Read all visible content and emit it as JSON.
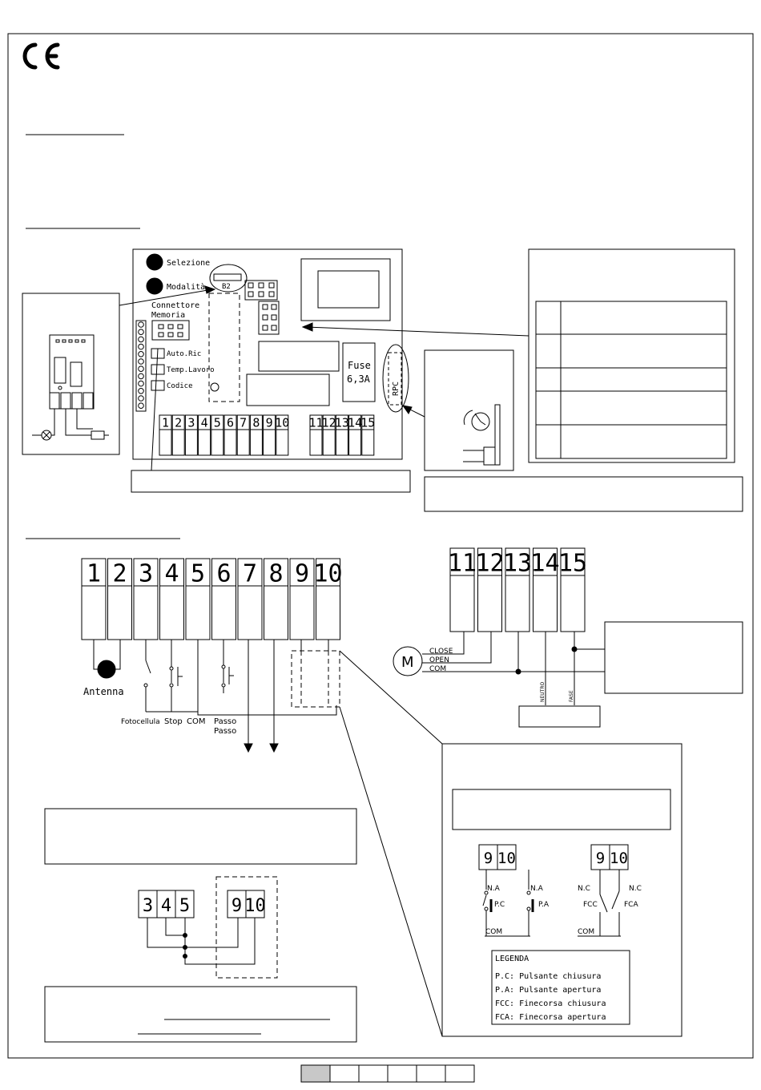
{
  "header": {
    "mark": "CE"
  },
  "board": {
    "buttons": [
      "Selezione",
      "Modalità"
    ],
    "jumper_label": "B2",
    "memory_label_1": "Connettore",
    "memory_label_2": "Memoria",
    "trimmers": [
      "Auto.Ric",
      "Temp.Lavoro",
      "Codice"
    ],
    "fuse_1": "Fuse",
    "fuse_2": "6,3A",
    "rpc_label": "RPC",
    "terminals_left": [
      "1",
      "2",
      "3",
      "4",
      "5",
      "6",
      "7",
      "8",
      "9",
      "10"
    ],
    "terminals_right": [
      "11",
      "12",
      "13",
      "14",
      "15"
    ]
  },
  "wiring": {
    "terminals_left": [
      "1",
      "2",
      "3",
      "4",
      "5",
      "6",
      "7",
      "8",
      "9",
      "10"
    ],
    "terminals_right": [
      "11",
      "12",
      "13",
      "14",
      "15"
    ],
    "antenna": "Antenna",
    "fotocellula": "Fotocellula",
    "stop": "Stop",
    "com": "COM",
    "passo_1": "Passo",
    "passo_2": "Passo",
    "motor_letter": "M",
    "close": "CLOSE",
    "open": "OPEN",
    "motor_com": "COM",
    "neutro": "NEUTRO",
    "fase": "FASE"
  },
  "bridge": {
    "terminals": [
      "3",
      "4",
      "5",
      "9",
      "10"
    ]
  },
  "limits": {
    "left_terminals": [
      "9",
      "10"
    ],
    "right_terminals": [
      "9",
      "10"
    ],
    "na_left": "N.A",
    "na_right": "N.A",
    "pc": "P.C",
    "pa": "P.A",
    "com_left": "COM",
    "nc_left": "N.C",
    "nc_right": "N.C",
    "fcc": "FCC",
    "fca": "FCA",
    "com_right": "COM",
    "legend_title": "LEGENDA",
    "legend": [
      "P.C: Pulsante chiusura",
      "P.A: Pulsante apertura",
      "FCC: Finecorsa chiusura",
      "FCA: Finecorsa apertura"
    ]
  }
}
